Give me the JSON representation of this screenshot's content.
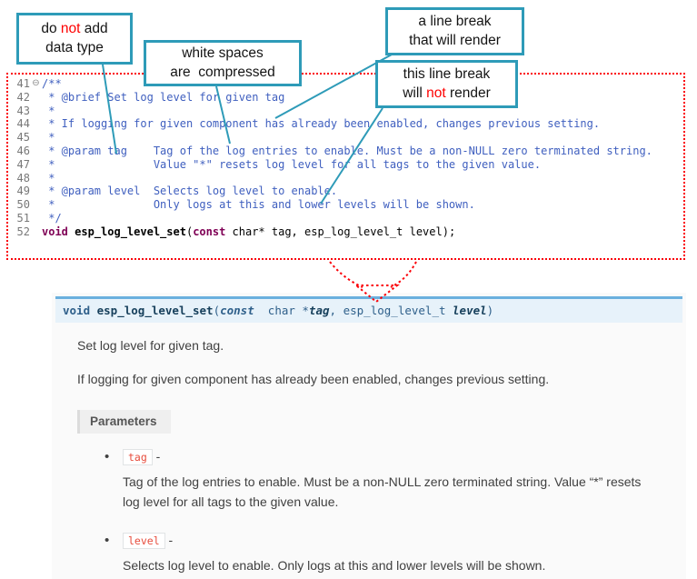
{
  "callouts": [
    {
      "lines": [
        [
          {
            "t": "do "
          },
          {
            "t": "not",
            "red": true
          },
          {
            "t": " add"
          }
        ],
        [
          {
            "t": "data type"
          }
        ]
      ]
    },
    {
      "lines": [
        [
          {
            "t": "white spaces"
          }
        ],
        [
          {
            "t": "are  compressed"
          }
        ]
      ]
    },
    {
      "lines": [
        [
          {
            "t": "a line break"
          }
        ],
        [
          {
            "t": "that will render"
          }
        ]
      ]
    },
    {
      "lines": [
        [
          {
            "t": "this line break"
          }
        ],
        [
          {
            "t": "will "
          },
          {
            "t": "not",
            "red": true
          },
          {
            "t": " render"
          }
        ]
      ]
    }
  ],
  "editor": {
    "lines": [
      {
        "num": "41",
        "fold": "⊖",
        "segs": [
          {
            "c": "cmt",
            "t": "/**"
          }
        ]
      },
      {
        "num": "42",
        "segs": [
          {
            "c": "cmt",
            "t": " * @brief Set log level for given tag"
          }
        ]
      },
      {
        "num": "43",
        "segs": [
          {
            "c": "cmt",
            "t": " *"
          }
        ]
      },
      {
        "num": "44",
        "segs": [
          {
            "c": "cmt",
            "t": " * If logging for given component has already been enabled, changes previous setting."
          }
        ]
      },
      {
        "num": "45",
        "segs": [
          {
            "c": "cmt",
            "t": " *"
          }
        ]
      },
      {
        "num": "46",
        "segs": [
          {
            "c": "cmt",
            "t": " * @param tag    Tag of the log entries to enable. Must be a non-NULL zero terminated string."
          }
        ]
      },
      {
        "num": "47",
        "segs": [
          {
            "c": "cmt",
            "t": " *               Value \"*\" resets log level for all tags to the given value."
          }
        ]
      },
      {
        "num": "48",
        "segs": [
          {
            "c": "cmt",
            "t": " *"
          }
        ]
      },
      {
        "num": "49",
        "segs": [
          {
            "c": "cmt",
            "t": " * @param level  Selects log level to enable."
          }
        ]
      },
      {
        "num": "50",
        "segs": [
          {
            "c": "cmt",
            "t": " *               Only logs at this and lower levels will be shown."
          }
        ]
      },
      {
        "num": "51",
        "segs": [
          {
            "c": "cmt",
            "t": " */"
          }
        ]
      },
      {
        "num": "52",
        "segs": [
          {
            "c": "kw",
            "t": "void"
          },
          {
            "c": "fn",
            "t": " esp_log_level_set"
          },
          {
            "c": "pln",
            "t": "("
          },
          {
            "c": "kw",
            "t": "const"
          },
          {
            "c": "pln",
            "t": " char* tag, esp_log_level_t level);"
          }
        ]
      }
    ]
  },
  "docs": {
    "signature": {
      "ret": "void",
      "name": " esp_log_level_set",
      "open": "(",
      "const_kw": "const",
      "type1": "  char *",
      "param1": "tag",
      "sep": ", ",
      "type2": "esp_log_level_t ",
      "param2": "level",
      "close": ")"
    },
    "para1": "Set log level for given tag.",
    "para2": "If logging for given component has already been enabled, changes previous setting.",
    "params_label": "Parameters",
    "params": [
      {
        "name": "tag",
        "dash": " -",
        "desc": "Tag of the log entries to enable. Must be a non-NULL zero terminated string. Value “*” resets log level for all tags to the given value."
      },
      {
        "name": "level",
        "dash": " -",
        "desc": "Selects log level to enable. Only logs at this and lower levels will be shown."
      }
    ]
  },
  "colors": {
    "callout_border": "#2e9bb8",
    "annotation_red": "#fe0000",
    "code_comment": "#3f5fbf",
    "code_keyword": "#7f0055",
    "dotted_border": "#fb0007",
    "sig_background": "#e7f2fa",
    "sig_border_top": "#6ab0de",
    "docs_background": "#fafafa",
    "param_literal": "#e74c3c"
  }
}
